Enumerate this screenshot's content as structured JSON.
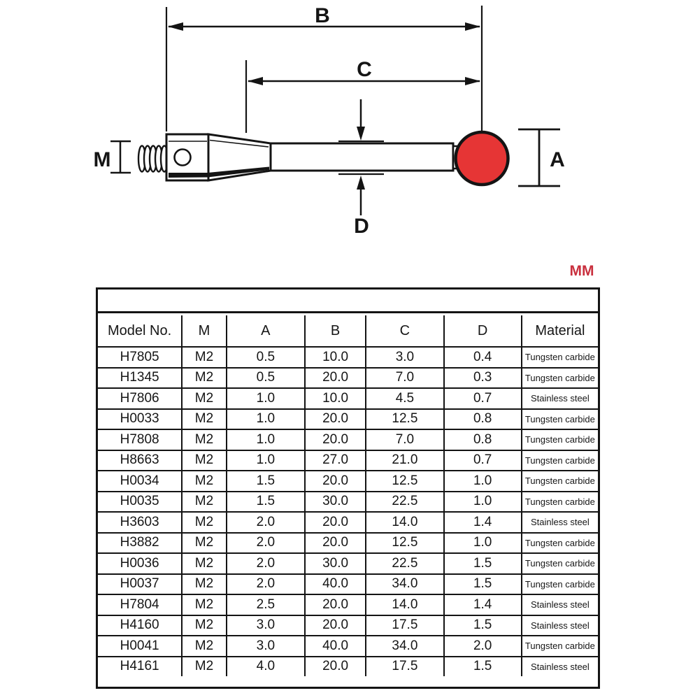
{
  "diagram": {
    "dim_b": "B",
    "dim_c": "C",
    "dim_d": "D",
    "dim_m": "M",
    "dim_a": "A",
    "unit_label": "MM",
    "ball_color": "#e63535",
    "unit_color": "#c9303e",
    "line_color": "#141414"
  },
  "table": {
    "headers": [
      "Model No.",
      "M",
      "A",
      "B",
      "C",
      "D",
      "Material"
    ],
    "rows": [
      [
        "H7805",
        "M2",
        "0.5",
        "10.0",
        "3.0",
        "0.4",
        "Tungsten carbide"
      ],
      [
        "H1345",
        "M2",
        "0.5",
        "20.0",
        "7.0",
        "0.3",
        "Tungsten carbide"
      ],
      [
        "H7806",
        "M2",
        "1.0",
        "10.0",
        "4.5",
        "0.7",
        "Stainless steel"
      ],
      [
        "H0033",
        "M2",
        "1.0",
        "20.0",
        "12.5",
        "0.8",
        "Tungsten carbide"
      ],
      [
        "H7808",
        "M2",
        "1.0",
        "20.0",
        "7.0",
        "0.8",
        "Tungsten carbide"
      ],
      [
        "H8663",
        "M2",
        "1.0",
        "27.0",
        "21.0",
        "0.7",
        "Tungsten carbide"
      ],
      [
        "H0034",
        "M2",
        "1.5",
        "20.0",
        "12.5",
        "1.0",
        "Tungsten carbide"
      ],
      [
        "H0035",
        "M2",
        "1.5",
        "30.0",
        "22.5",
        "1.0",
        "Tungsten carbide"
      ],
      [
        "H3603",
        "M2",
        "2.0",
        "20.0",
        "14.0",
        "1.4",
        "Stainless steel"
      ],
      [
        "H3882",
        "M2",
        "2.0",
        "20.0",
        "12.5",
        "1.0",
        "Tungsten carbide"
      ],
      [
        "H0036",
        "M2",
        "2.0",
        "30.0",
        "22.5",
        "1.5",
        "Tungsten carbide"
      ],
      [
        "H0037",
        "M2",
        "2.0",
        "40.0",
        "34.0",
        "1.5",
        "Tungsten carbide"
      ],
      [
        "H7804",
        "M2",
        "2.5",
        "20.0",
        "14.0",
        "1.4",
        "Stainless steel"
      ],
      [
        "H4160",
        "M2",
        "3.0",
        "20.0",
        "17.5",
        "1.5",
        "Stainless steel"
      ],
      [
        "H0041",
        "M2",
        "3.0",
        "40.0",
        "34.0",
        "2.0",
        "Tungsten carbide"
      ],
      [
        "H4161",
        "M2",
        "4.0",
        "20.0",
        "17.5",
        "1.5",
        "Stainless steel"
      ]
    ]
  }
}
